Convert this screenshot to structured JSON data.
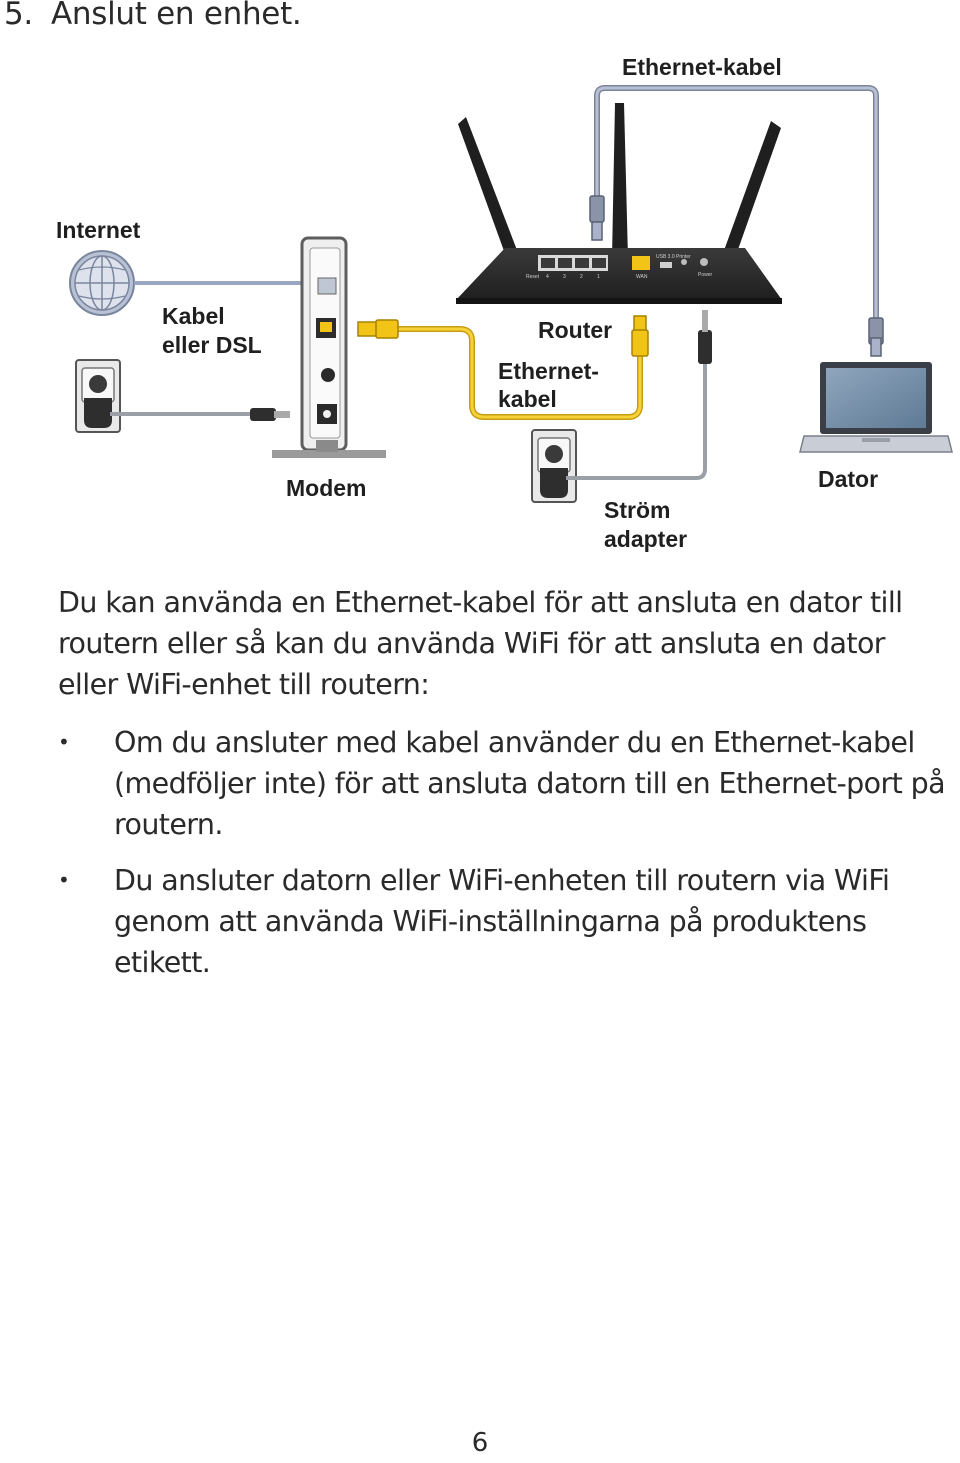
{
  "step": {
    "number": "5.",
    "title": "Anslut en enhet."
  },
  "diagram": {
    "labels": {
      "ethernet_cable_top": "Ethernet-kabel",
      "internet": "Internet",
      "cable_dsl_line1": "Kabel",
      "cable_dsl_line2": "eller DSL",
      "router": "Router",
      "ethernet_cable_mid_line1": "Ethernet-",
      "ethernet_cable_mid_line2": "kabel",
      "modem": "Modem",
      "computer": "Dator",
      "power_adapter_line1": "Ström",
      "power_adapter_line2": "adapter"
    },
    "router_panel": {
      "usb_label": "USB 3.0 Printer",
      "reset_label": "Reset",
      "wan_label": "WAN",
      "power_label": "Power",
      "port_numbers": [
        "4",
        "3",
        "2",
        "1"
      ]
    },
    "colors": {
      "yellow_cable": "#f2c417",
      "gray_cable": "#9aa0a6",
      "blue_cable": "#a9b2c8",
      "router_body": "#2b2b2b"
    }
  },
  "body": {
    "intro": "Du kan använda en Ethernet-kabel för att ansluta en dator till routern eller så kan du använda WiFi för att ansluta en dator eller WiFi-enhet till routern:",
    "bullets": [
      "Om du ansluter med kabel använder du en Ethernet-kabel (medföljer inte) för att ansluta datorn till en Ethernet-port på routern.",
      "Du ansluter datorn eller WiFi-enheten till routern via WiFi genom att använda WiFi-inställningarna på produktens etikett."
    ],
    "bullet_glyph": "•"
  },
  "page_number": "6"
}
